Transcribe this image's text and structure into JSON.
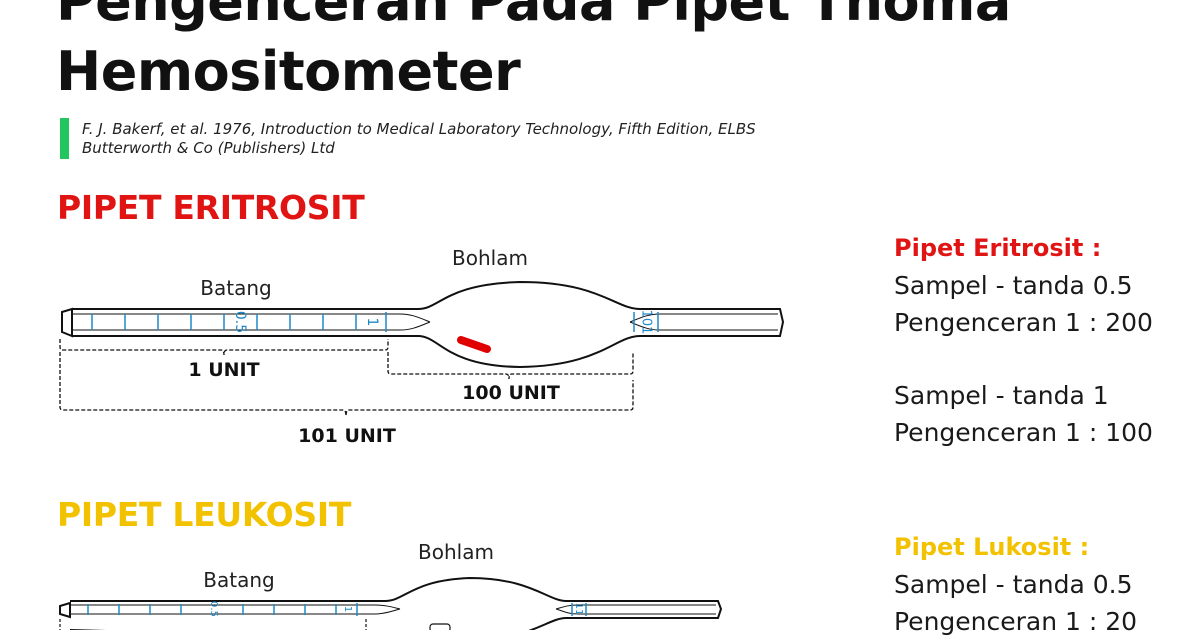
{
  "title": {
    "line1": "Pengenceran Pada Pipet Thoma",
    "line2": "Hemositometer"
  },
  "citation": {
    "line1": "F. J. Bakerf, et al. 1976, Introduction to Medical Laboratory Technology, Fifth Edition, ELBS",
    "line2": "Butterworth & Co (Publishers) Ltd"
  },
  "colors": {
    "accent_red": "#e11414",
    "accent_yellow": "#f2c200",
    "accent_green": "#22c55e",
    "scale_blue": "#1e88c8",
    "blood_red": "#e00000"
  },
  "eritrosit": {
    "heading": "PIPET ERITROSIT",
    "diagram": {
      "label_batang": "Batang",
      "label_bohlam": "Bohlam",
      "mark_05": "0.5",
      "mark_1": "1",
      "mark_101": "101",
      "unit_1": "1 UNIT",
      "unit_100": "100 UNIT",
      "unit_101": "101 UNIT"
    },
    "info": {
      "heading": "Pipet Eritrosit :",
      "line1": "Sampel - tanda 0.5",
      "line2": "Pengenceran 1 : 200",
      "line3": "Sampel - tanda 1",
      "line4": "Pengenceran 1 : 100"
    }
  },
  "leukosit": {
    "heading": "PIPET LEUKOSIT",
    "diagram": {
      "label_batang": "Batang",
      "label_bohlam": "Bohlam",
      "mark_05": "0.5",
      "mark_1": "1",
      "mark_11": "11"
    },
    "info": {
      "heading": "Pipet Lukosit :",
      "line1": "Sampel - tanda 0.5",
      "line2": "Pengenceran 1 : 20"
    }
  }
}
